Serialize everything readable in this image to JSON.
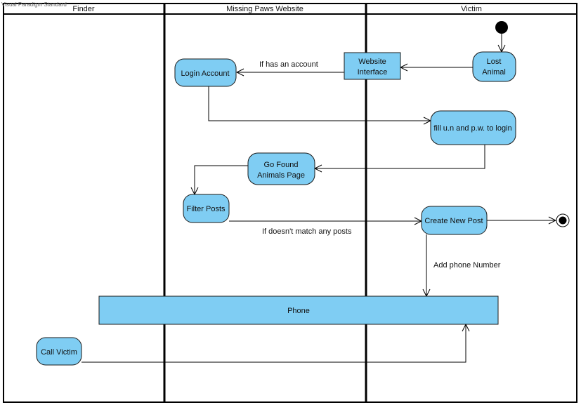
{
  "watermark": "Visual Paradigm Standard",
  "lanes": [
    "Finder",
    "Missing Paws Website",
    "Victim"
  ],
  "nodes": {
    "lost_animal": [
      "Lost",
      "Animal"
    ],
    "website_interface": [
      "Website",
      "Interface"
    ],
    "login_account": "Login Account",
    "fill_login": "fill u.n and p.w. to login",
    "go_found": [
      "Go Found",
      "Animals  Page"
    ],
    "filter_posts": "Filter Posts",
    "create_post": "Create New Post",
    "phone": "Phone",
    "call_victim": "Call Victim"
  },
  "edges": {
    "has_account": "If has an account",
    "no_match": "If doesn't match any posts",
    "add_phone": "Add phone Number"
  },
  "colors": {
    "node_fill": "#7fcdf3"
  }
}
